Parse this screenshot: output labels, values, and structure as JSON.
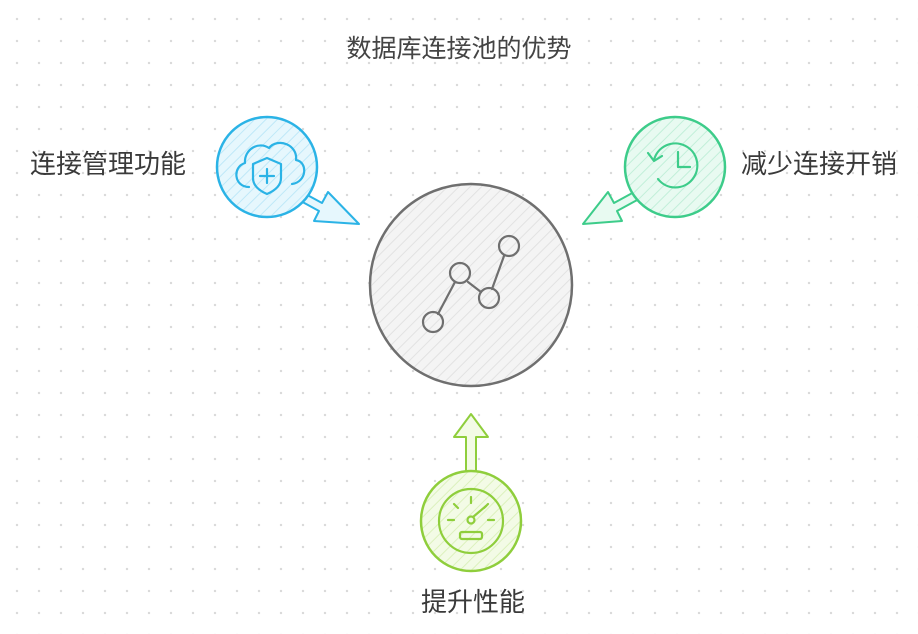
{
  "diagram": {
    "title": "数据库连接池的优势",
    "center": {
      "icon": "line-chart-icon"
    },
    "nodes": [
      {
        "id": "left",
        "label": "连接管理功能",
        "icon": "cloud-shield-icon",
        "color": "#2bb3e6"
      },
      {
        "id": "right",
        "label": "减少连接开销",
        "icon": "clock-icon",
        "color": "#3dcc8a"
      },
      {
        "id": "bottom",
        "label": "提升性能",
        "icon": "speedometer-icon",
        "color": "#8fce3c"
      }
    ],
    "colors": {
      "center_stroke": "#6f6f6f",
      "text": "#3a3a3a"
    }
  }
}
